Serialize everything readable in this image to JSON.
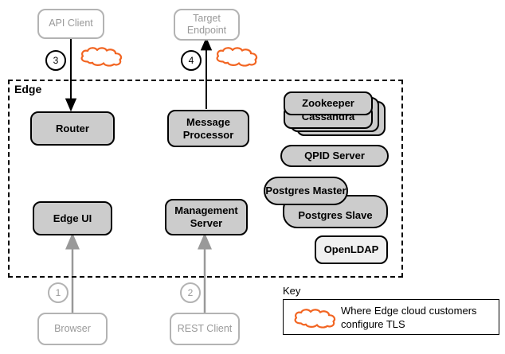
{
  "diagram": {
    "boundary_label": "Edge",
    "key_label": "Key",
    "legend_text": "Where Edge cloud customers configure TLS",
    "colors": {
      "cloud_orange": "#f26522",
      "node_fill": "#cccccc",
      "node_fill_light": "#f0f0f0",
      "ghost_stroke": "#b3b3b3",
      "ghost_text": "#999999",
      "solid_stroke": "#000000"
    }
  },
  "external_nodes": {
    "api_client": {
      "label": "API Client"
    },
    "target_endpoint": {
      "line1": "Target",
      "line2": "Endpoint"
    },
    "browser": {
      "label": "Browser"
    },
    "rest_client": {
      "label": "REST Client"
    }
  },
  "edge_nodes": {
    "router": {
      "label": "Router"
    },
    "message_processor": {
      "line1": "Message",
      "line2": "Processor"
    },
    "edge_ui": {
      "label": "Edge UI"
    },
    "management_server": {
      "line1": "Management",
      "line2": "Server"
    },
    "zookeeper": {
      "label": "Zookeeper"
    },
    "cassandra": {
      "label": "Cassandra"
    },
    "qpid_server": {
      "label": "QPID Server"
    },
    "postgres_master": {
      "label": "Postgres Master"
    },
    "postgres_slave": {
      "label": "Postgres Slave"
    },
    "openldap": {
      "label": "OpenLDAP"
    }
  },
  "steps": [
    {
      "number": "1",
      "style": "faded"
    },
    {
      "number": "2",
      "style": "faded"
    },
    {
      "number": "3",
      "style": "dark"
    },
    {
      "number": "4",
      "style": "dark"
    }
  ],
  "icons": {
    "cloud_top_left": "cloud-icon",
    "cloud_top_right": "cloud-icon",
    "cloud_legend": "cloud-icon"
  }
}
